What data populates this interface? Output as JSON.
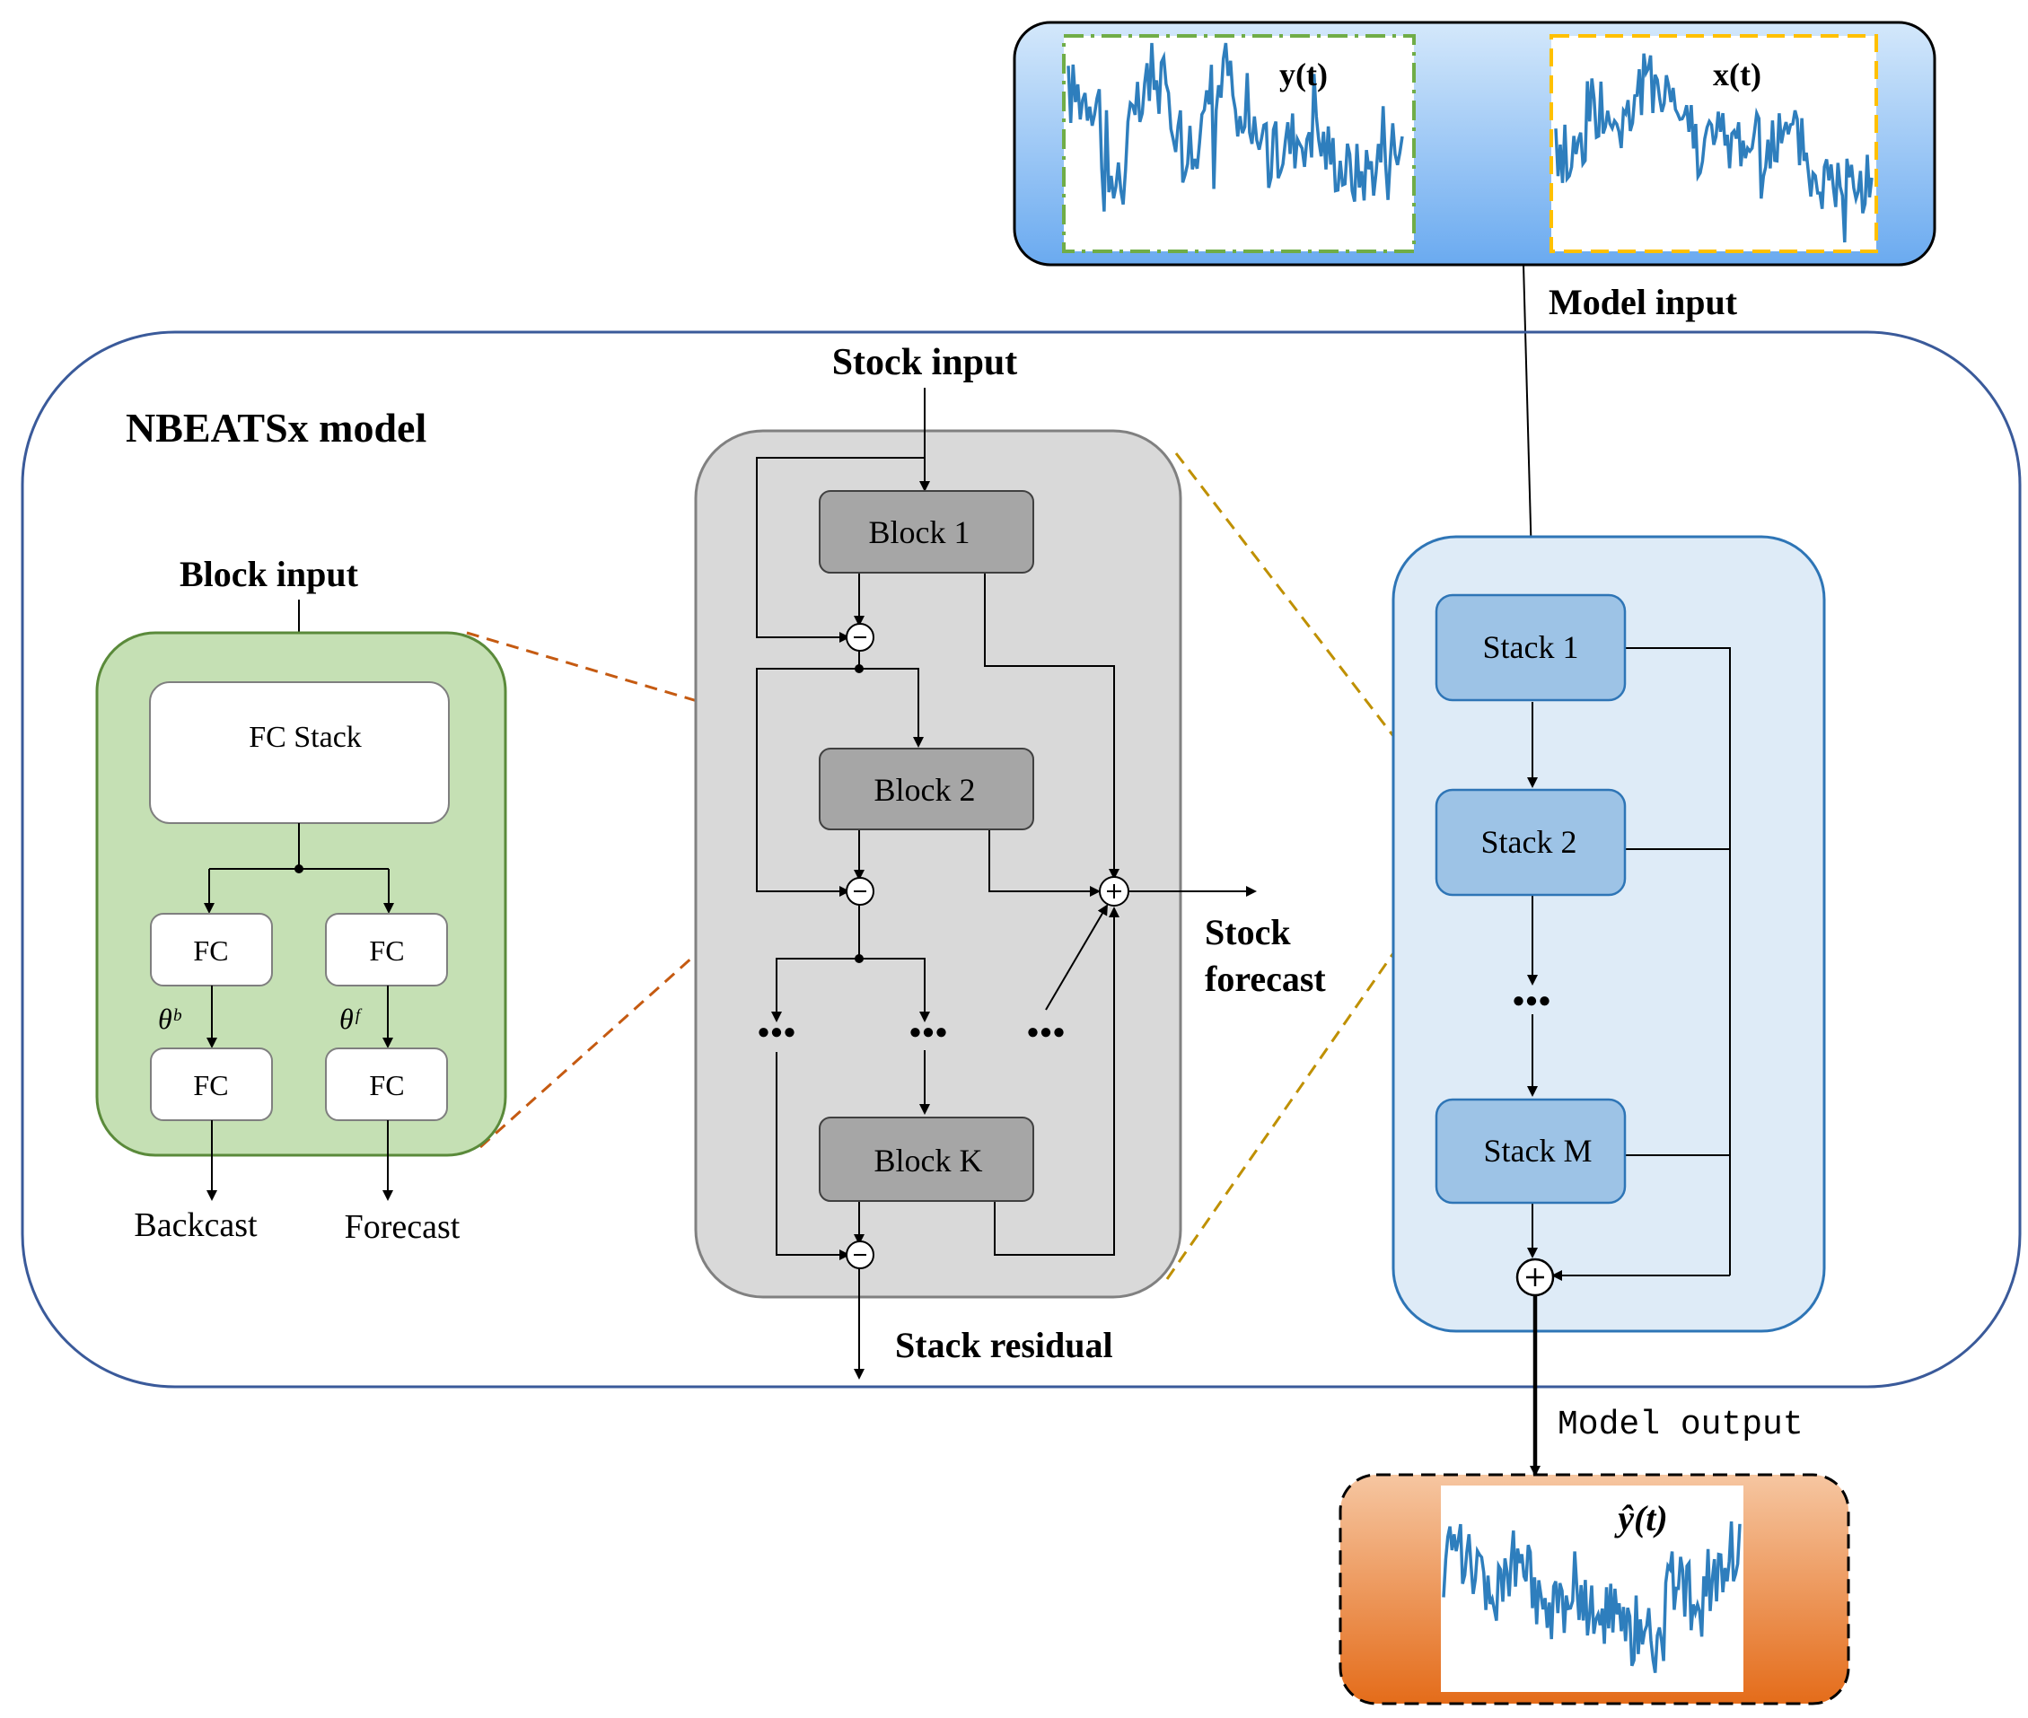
{
  "model_title": "NBEATSx model",
  "input": {
    "label": "Model input",
    "y_label": "y(t)",
    "x_label": "x(t)"
  },
  "output": {
    "label": "Model output",
    "yhat_label": "ŷ(t)"
  },
  "block_detail": {
    "input_label": "Block input",
    "fc_stack": "FC Stack",
    "fc": "FC",
    "theta_b": "θᵇ",
    "theta_f": "θᶠ",
    "backcast": "Backcast",
    "forecast": "Forecast"
  },
  "stack_detail": {
    "input_label": "Stock input",
    "blocks": [
      "Block 1",
      "Block 2",
      "Block K"
    ],
    "forecast_label_1": "Stock",
    "forecast_label_2": "forecast",
    "residual_label": "Stack residual",
    "ellipsis": "●●●"
  },
  "model_stacks": {
    "stacks": [
      "Stack 1",
      "Stack 2",
      "Stack M"
    ],
    "ellipsis": "●●●"
  },
  "colors": {
    "model_border": "#3a5a9a",
    "input_bg_top": "#d4e8fb",
    "input_bg_bottom": "#6aaaf0",
    "green_panel": "#c5e0b4",
    "green_border": "#5a8a3a",
    "gray_panel": "#d9d9d9",
    "block_fill": "#a6a6a6",
    "stack_panel": "#deebf7",
    "stack_box": "#9dc3e6",
    "stack_border": "#2e75b6",
    "series": "#2e7ebd",
    "orange_top": "#f6c6a1",
    "orange_bottom": "#e46c1a",
    "dashed_orange": "#c55a11",
    "dashed_gold": "#bf9000"
  }
}
